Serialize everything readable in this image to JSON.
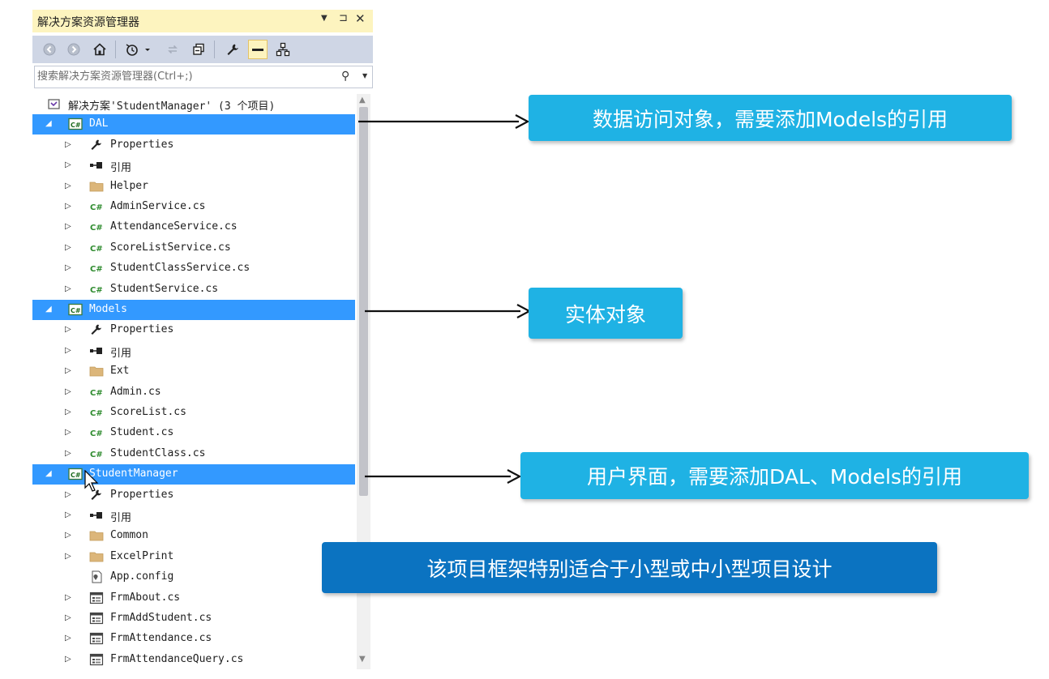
{
  "panel": {
    "title": "解决方案资源管理器",
    "search_placeholder": "搜索解决方案资源管理器(Ctrl+;)"
  },
  "toolbar": {
    "buttons": [
      "back-icon",
      "forward-icon",
      "home-icon",
      "history-icon",
      "refresh-icon",
      "collapse-all-icon",
      "properties-wrench-icon",
      "pending-changes-icon",
      "class-view-icon"
    ]
  },
  "tree": {
    "solution_label": "解决方案'StudentManager' (3 个项目)",
    "nodes": [
      {
        "label": "DAL",
        "icon": "csharp-project-icon",
        "selected": true
      },
      {
        "label": "Properties",
        "icon": "wrench-icon"
      },
      {
        "label": "引用",
        "icon": "references-icon"
      },
      {
        "label": "Helper",
        "icon": "folder-icon"
      },
      {
        "label": "AdminService.cs",
        "icon": "csharp-file-icon"
      },
      {
        "label": "AttendanceService.cs",
        "icon": "csharp-file-icon"
      },
      {
        "label": "ScoreListService.cs",
        "icon": "csharp-file-icon"
      },
      {
        "label": "StudentClassService.cs",
        "icon": "csharp-file-icon"
      },
      {
        "label": "StudentService.cs",
        "icon": "csharp-file-icon"
      },
      {
        "label": "Models",
        "icon": "csharp-project-icon",
        "selected": true
      },
      {
        "label": "Properties",
        "icon": "wrench-icon"
      },
      {
        "label": "引用",
        "icon": "references-icon"
      },
      {
        "label": "Ext",
        "icon": "folder-icon"
      },
      {
        "label": "Admin.cs",
        "icon": "csharp-file-icon"
      },
      {
        "label": "ScoreList.cs",
        "icon": "csharp-file-icon"
      },
      {
        "label": "Student.cs",
        "icon": "csharp-file-icon"
      },
      {
        "label": "StudentClass.cs",
        "icon": "csharp-file-icon"
      },
      {
        "label": "StudentManager",
        "icon": "csharp-project-icon",
        "selected": true
      },
      {
        "label": "Properties",
        "icon": "wrench-icon"
      },
      {
        "label": "引用",
        "icon": "references-icon"
      },
      {
        "label": "Common",
        "icon": "folder-icon"
      },
      {
        "label": "ExcelPrint",
        "icon": "folder-icon"
      },
      {
        "label": "App.config",
        "icon": "config-file-icon"
      },
      {
        "label": "FrmAbout.cs",
        "icon": "form-file-icon"
      },
      {
        "label": "FrmAddStudent.cs",
        "icon": "form-file-icon"
      },
      {
        "label": "FrmAttendance.cs",
        "icon": "form-file-icon"
      },
      {
        "label": "FrmAttendanceQuery.cs",
        "icon": "form-file-icon"
      }
    ]
  },
  "callouts": {
    "dal": "数据访问对象，需要添加Models的引用",
    "models": "实体对象",
    "ui": "用户界面，需要添加DAL、Models的引用",
    "summary": "该项目框架特别适合于小型或中小型项目设计"
  },
  "colors": {
    "selection": "#3399ff",
    "callout_light": "#1fb2e4",
    "callout_dark": "#0b73c1",
    "title_bar": "#fdf4bf",
    "toolbar": "#cfd6e5"
  }
}
